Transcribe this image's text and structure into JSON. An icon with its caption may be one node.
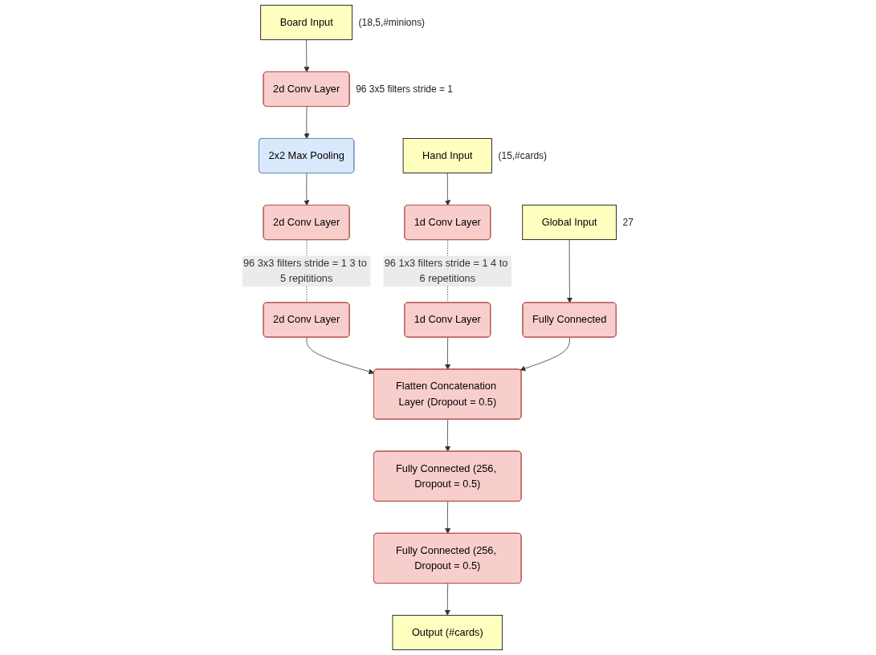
{
  "diagram": {
    "nodes": [
      {
        "text": [
          "Board Input"
        ],
        "beside": [
          "(18,5,#minions)"
        ]
      },
      {
        "text": [
          "Hand Input"
        ],
        "beside": [
          "(15,#cards)"
        ]
      },
      {
        "text": [
          "Global Input"
        ],
        "beside": [
          "27"
        ]
      },
      {
        "text": [
          "2d Conv Layer"
        ],
        "beside": [
          "96 3x5 filters stride = 1"
        ]
      },
      {
        "text": [
          "1d Conv Layer"
        ]
      },
      {
        "text": [
          "Fully Connected"
        ]
      },
      {
        "text": [
          "2x2 Max Pooling"
        ]
      },
      {
        "text": [
          "2d Conv Layer"
        ]
      },
      {
        "text": [
          "2d Conv Layer"
        ]
      },
      {
        "text": [
          "1d Conv Layer"
        ]
      },
      {
        "text": [
          "Flatten Concatenation Layer (Dropout = 0.5)"
        ]
      },
      {
        "text": [
          "Fully Connected (256, Dropout = 0.5)"
        ]
      },
      {
        "text": [
          "Fully Connected (256, Dropout = 0.5)"
        ]
      },
      {
        "text": [
          "Output (#cards)"
        ]
      }
    ],
    "edges": [
      {
        "from": 0,
        "to": 3,
        "arrow": "to"
      },
      {
        "from": 3,
        "to": 6,
        "arrow": "to"
      },
      {
        "from": 6,
        "to": 7,
        "arrow": "to"
      },
      {
        "from": 7,
        "to": 8,
        "arrow": "none",
        "style": "dashed",
        "label": "96 3x3 filters stride = 1 3 to 5 repititions"
      },
      {
        "from": 8,
        "to": 10,
        "arrow": "to"
      },
      {
        "from": 1,
        "to": 4,
        "arrow": "to"
      },
      {
        "from": 4,
        "to": 9,
        "arrow": "none",
        "style": "dashed",
        "label": "96 1x3 filters stride = 1 4 to 6 repetitions"
      },
      {
        "from": 9,
        "to": 10,
        "arrow": "to"
      },
      {
        "from": 2,
        "to": 5,
        "arrow": "to"
      },
      {
        "from": 5,
        "to": 10,
        "arrow": "to"
      },
      {
        "from": 10,
        "to": 11,
        "arrow": "to"
      },
      {
        "from": 11,
        "to": 12,
        "arrow": "to"
      },
      {
        "from": 12,
        "to": 13,
        "arrow": "to"
      }
    ]
  }
}
